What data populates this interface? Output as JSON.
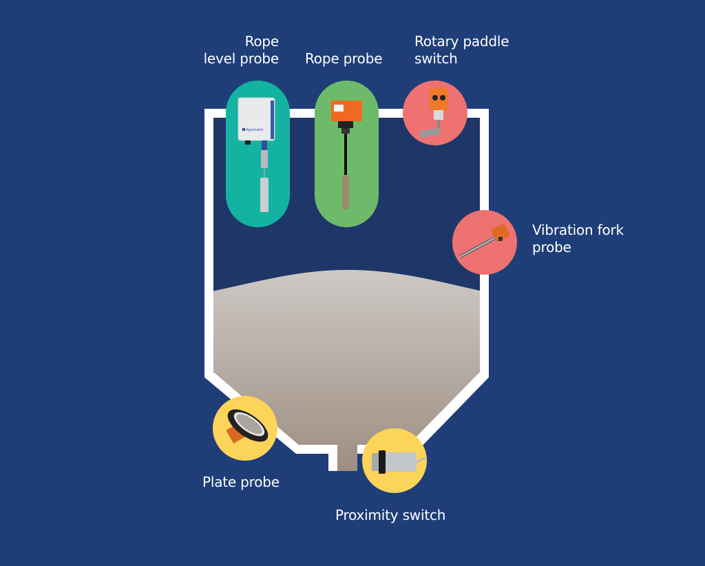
{
  "colors": {
    "background": "#1f3e78",
    "silo_inside": "#1e3768",
    "silo_wall": "#ffffff",
    "material_top": "#cdc8c5",
    "material_bottom": "#9b8b7d",
    "teal": "#14b3a1",
    "green": "#6dbb6a",
    "coral": "#ee7272",
    "yellow": "#fcd45a"
  },
  "probes": [
    {
      "id": "rope-level-probe",
      "lines": [
        "Rope",
        "level probe"
      ],
      "badge_color": "teal"
    },
    {
      "id": "rope-probe",
      "lines": [
        "Rope probe"
      ],
      "badge_color": "green"
    },
    {
      "id": "rotary-paddle-switch",
      "lines": [
        "Rotary paddle",
        "switch"
      ],
      "badge_color": "coral"
    },
    {
      "id": "vibration-fork-probe",
      "lines": [
        "Vibration fork",
        "probe"
      ],
      "badge_color": "coral"
    },
    {
      "id": "plate-probe",
      "lines": [
        "Plate probe"
      ],
      "badge_color": "yellow"
    },
    {
      "id": "proximity-switch",
      "lines": [
        "Proximity switch"
      ],
      "badge_color": "yellow"
    }
  ],
  "device_brand_text": "Agromatic"
}
